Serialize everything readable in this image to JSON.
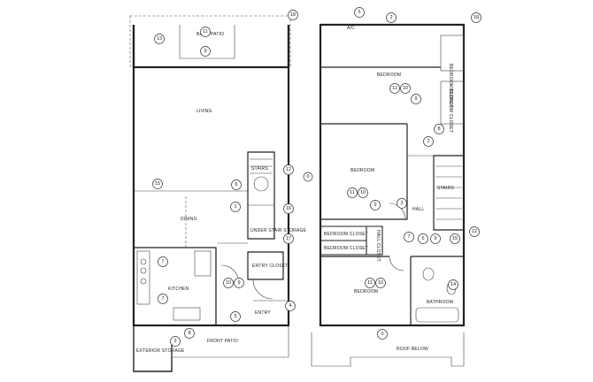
{
  "rooms": {
    "back_patio": "BACK PATIO",
    "living": "LIVING",
    "dining": "DINING",
    "kitchen": "KITCHEN",
    "under_stair_storage": "UNDER STAIR STORAGE",
    "entry_closet": "ENTRY CLOSET",
    "entry": "ENTRY",
    "stairs_lower": "STAIRS",
    "front_patio": "FRONT PATIO",
    "exterior_storage": "EXTERIOR STORAGE",
    "bedroom_top": "BEDROOM",
    "bedroom_closet_top": "BEDROOM CLOSET",
    "bedroom_closet_right": "BEDROOM CLOSET",
    "bedroom_middle": "BEDROOM",
    "hall": "HALL",
    "stairs_upper": "STAIRS",
    "bedroom_closet_a": "BEDROOM CLOSET",
    "bedroom_closet_b": "BEDROOM CLOSET",
    "hall_closet": "HALL CLOSET",
    "bedroom_bottom": "BEDROOM",
    "bathroom": "BATHROOM",
    "roof_below": "ROOF BELOW",
    "ac": "A/C"
  },
  "callouts_lower": [
    {
      "id": "c-lower-18",
      "label": "18"
    },
    {
      "id": "c-lower-13",
      "label": "13"
    },
    {
      "id": "c-lower-11",
      "label": "11"
    },
    {
      "id": "c-lower-9",
      "label": "9"
    },
    {
      "id": "c-lower-12",
      "label": "12"
    },
    {
      "id": "c-lower-6",
      "label": "6"
    },
    {
      "id": "c-lower-15",
      "label": "15"
    },
    {
      "id": "c-lower-1",
      "label": "1"
    },
    {
      "id": "c-lower-16",
      "label": "16"
    },
    {
      "id": "c-lower-17",
      "label": "17"
    },
    {
      "id": "c-lower-7a",
      "label": "7"
    },
    {
      "id": "c-lower-7b",
      "label": "7"
    },
    {
      "id": "c-lower-10",
      "label": "10"
    },
    {
      "id": "c-lower-9b",
      "label": "9"
    },
    {
      "id": "c-lower-4",
      "label": "4"
    },
    {
      "id": "c-lower-5",
      "label": "5"
    },
    {
      "id": "c-lower-8",
      "label": "8"
    },
    {
      "id": "c-lower-3",
      "label": "3"
    }
  ],
  "callouts_upper": [
    {
      "id": "c-upper-5",
      "label": "5"
    },
    {
      "id": "c-upper-2",
      "label": "2"
    },
    {
      "id": "c-upper-18",
      "label": "18"
    },
    {
      "id": "c-upper-11a",
      "label": "11"
    },
    {
      "id": "c-upper-10a",
      "label": "10"
    },
    {
      "id": "c-upper-9a",
      "label": "9"
    },
    {
      "id": "c-upper-2b",
      "label": "2"
    },
    {
      "id": "c-upper-8",
      "label": "8"
    },
    {
      "id": "c-upper-11b",
      "label": "11"
    },
    {
      "id": "c-upper-10b",
      "label": "10"
    },
    {
      "id": "c-upper-9b",
      "label": "9"
    },
    {
      "id": "c-upper-3",
      "label": "3"
    },
    {
      "id": "c-upper-12",
      "label": "12"
    },
    {
      "id": "c-upper-7",
      "label": "7"
    },
    {
      "id": "c-upper-6",
      "label": "6"
    },
    {
      "id": "c-upper-9c",
      "label": "9"
    },
    {
      "id": "c-upper-15",
      "label": "15"
    },
    {
      "id": "c-upper-11c",
      "label": "11"
    },
    {
      "id": "c-upper-10c",
      "label": "10"
    },
    {
      "id": "c-upper-14",
      "label": "14"
    },
    {
      "id": "c-upper-0b",
      "label": "0"
    }
  ],
  "callout_mid": {
    "label": "0"
  }
}
